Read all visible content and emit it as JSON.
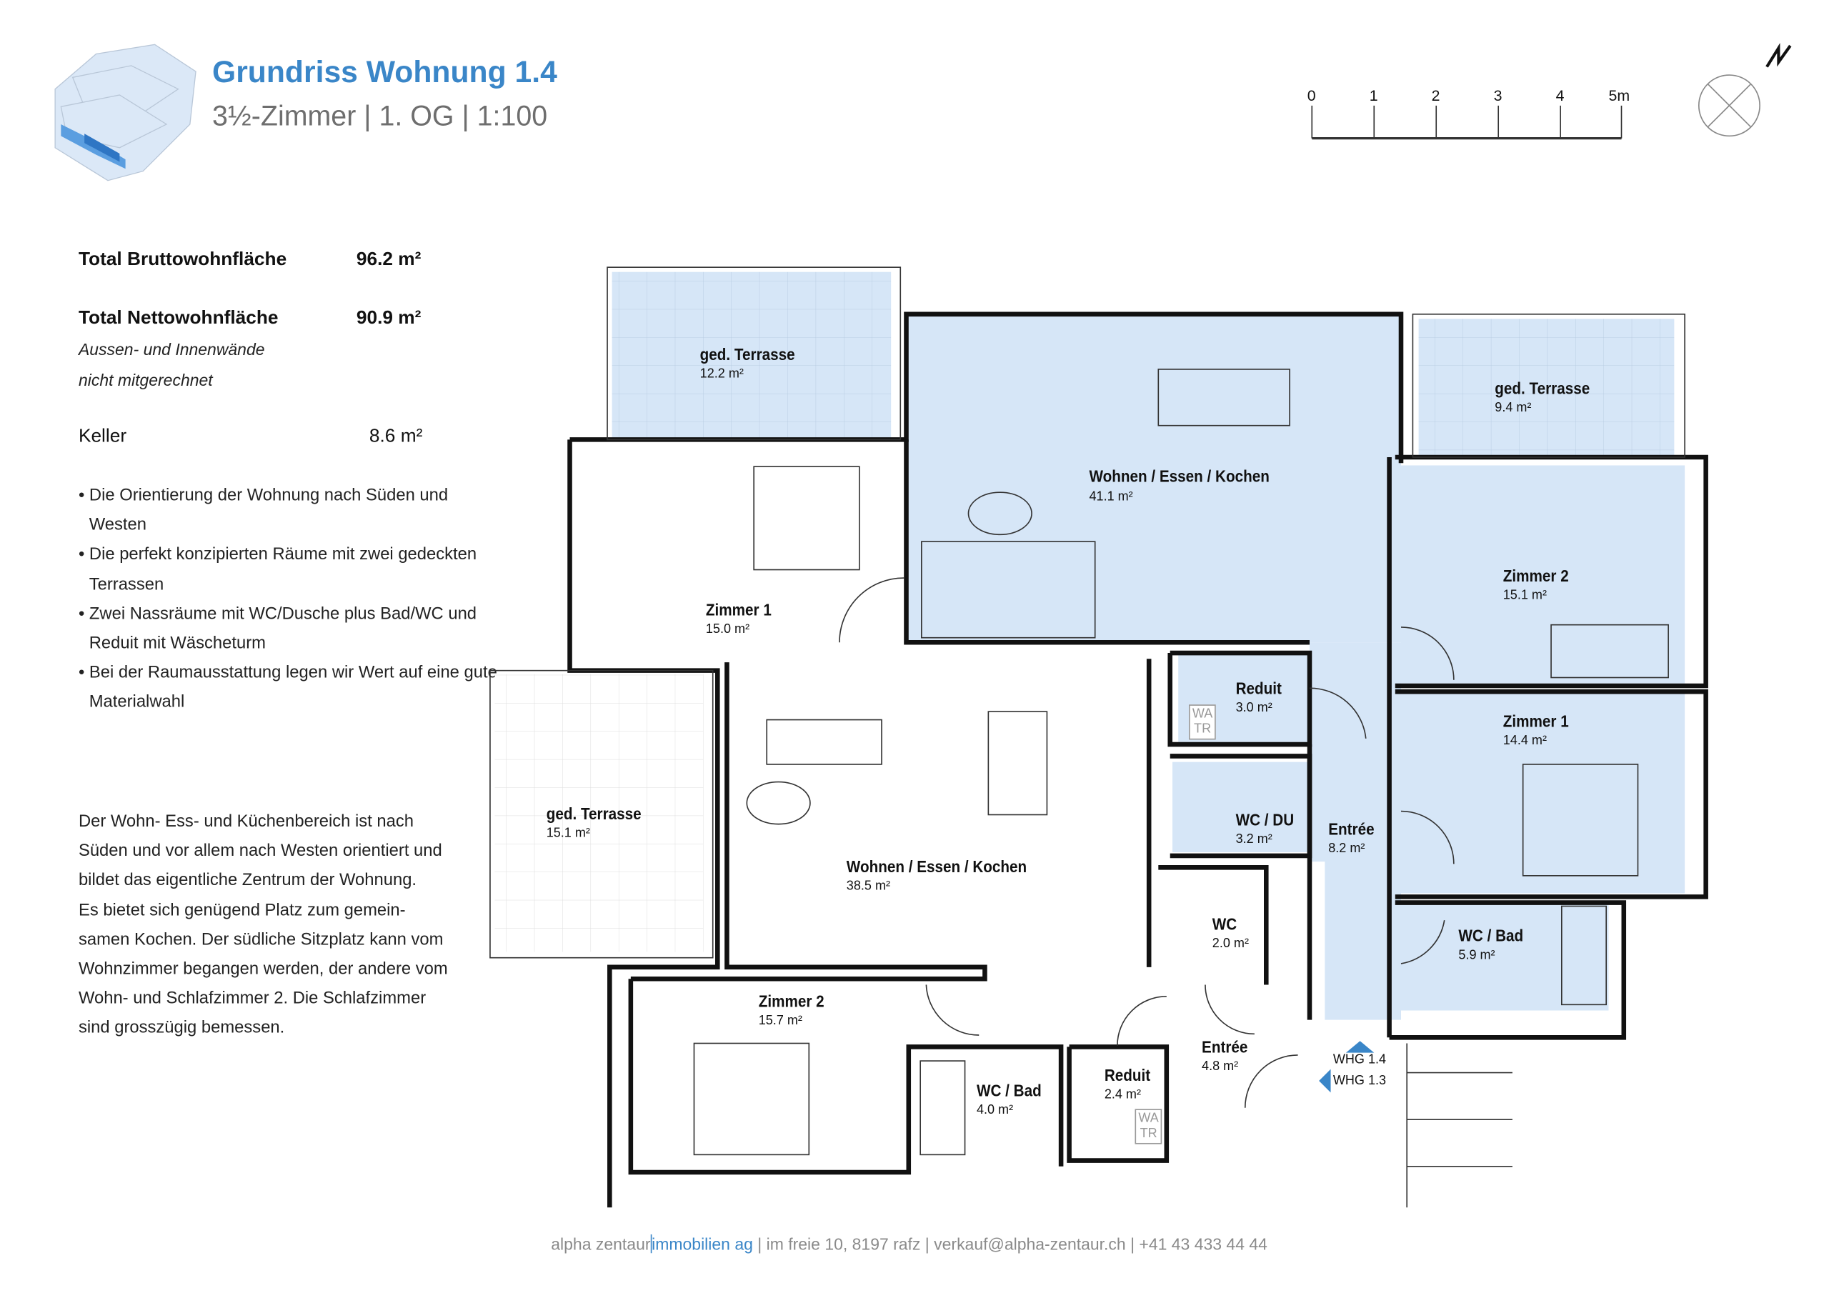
{
  "header": {
    "title": "Grundriss Wohnung 1.4",
    "subtitle": "3½-Zimmer | 1. OG | 1:100"
  },
  "scale_bar": {
    "ticks": [
      "0",
      "1",
      "2",
      "3",
      "4",
      "5m"
    ]
  },
  "north_arrow": {
    "label": "N"
  },
  "summary": {
    "brutto_label": "Total Bruttowohnfläche",
    "brutto_value": "96.2 m²",
    "netto_label": "Total Nettowohnfläche",
    "netto_value": "90.9 m²",
    "netto_note_1": "Aussen- und Innenwände",
    "netto_note_2": "nicht mitgerechnet",
    "keller_label": "Keller",
    "keller_value": "8.6 m²"
  },
  "bullets": [
    "• Die Orientierung der Wohnung nach Süden und Westen",
    "• Die perfekt konzipierten Räume mit zwei gedeckten Terrassen",
    "• Zwei Nassräume mit WC/Dusche plus Bad/WC und Reduit mit Wäscheturm",
    "• Bei der Raumausstattung legen wir Wert auf eine gute Materialwahl"
  ],
  "description": [
    "Der Wohn- Ess- und Küchenbereich ist nach",
    "Süden und vor allem nach Westen orientiert und",
    "bildet das eigentliche Zentrum der Wohnung.",
    "Es bietet sich genügend Platz zum gemein-",
    "samen Kochen. Der südliche Sitzplatz kann vom",
    "Wohnzimmer begangen werden, der andere vom",
    "Wohn- und Schlafzimmer 2. Die Schlafzimmer",
    "sind grosszügig bemessen."
  ],
  "rooms": [
    {
      "name": "ged. Terrasse",
      "area": "12.2 m²"
    },
    {
      "name": "Wohnen / Essen / Kochen",
      "area": "41.1 m²"
    },
    {
      "name": "ged. Terrasse",
      "area": "9.4 m²"
    },
    {
      "name": "Zimmer 1",
      "area": "15.0 m²"
    },
    {
      "name": "Zimmer 2",
      "area": "15.1 m²"
    },
    {
      "name": "Reduit",
      "area": "3.0 m²"
    },
    {
      "name": "Zimmer 1",
      "area": "14.4 m²"
    },
    {
      "name": "WC / DU",
      "area": "3.2 m²"
    },
    {
      "name": "Entrée",
      "area": "8.2 m²"
    },
    {
      "name": "WC / Bad",
      "area": "5.9 m²"
    },
    {
      "name": "ged. Terrasse",
      "area": "15.1 m²"
    },
    {
      "name": "Wohnen / Essen / Kochen",
      "area": "38.5 m²"
    },
    {
      "name": "WC",
      "area": "2.0 m²"
    },
    {
      "name": "Zimmer 2",
      "area": "15.7 m²"
    },
    {
      "name": "WC / Bad",
      "area": "4.0 m²"
    },
    {
      "name": "Reduit",
      "area": "2.4 m²"
    },
    {
      "name": "Entrée",
      "area": "4.8 m²"
    }
  ],
  "washer_labels": {
    "a": "WA",
    "b": "TR"
  },
  "unit_markers": {
    "upper": "WHG 1.4",
    "lower": "WHG 1.3"
  },
  "footer": {
    "company_a": "alpha zentaur",
    "company_b": "immobilien ag",
    "rest": " | im freie 10, 8197 rafz | verkauf@alpha-zentaur.ch | +41 43 433 44 44"
  },
  "colors": {
    "accent": "#3a86c8",
    "room_fill": "#d6e6f7",
    "text": "#111111"
  }
}
